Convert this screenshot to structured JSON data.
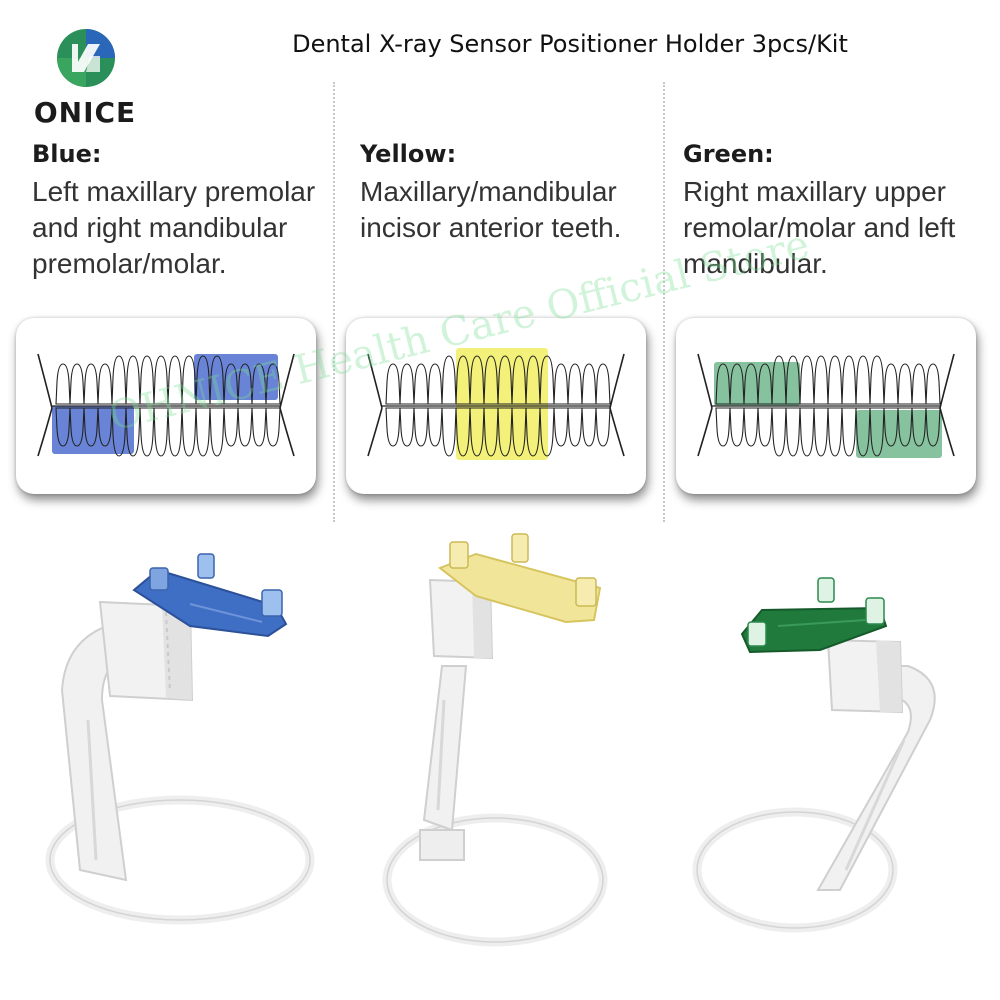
{
  "brand": {
    "name": "ONICE"
  },
  "title": "Dental X-ray Sensor Positioner Holder 3pcs/Kit",
  "columns": [
    {
      "heading": "Blue:",
      "lines": [
        "Left maxillary premolar",
        "and right mandibular",
        "premolar/molar."
      ],
      "color": "#4f6fd0"
    },
    {
      "heading": "Yellow:",
      "lines": [
        "Maxillary/mandibular",
        "incisor anterior teeth."
      ],
      "color": "#f2ef6a"
    },
    {
      "heading": "Green:",
      "lines": [
        "Right maxillary upper",
        "remolar/molar and left",
        "mandibular."
      ],
      "color": "#5fae7e"
    }
  ],
  "watermark": "OHNICE Health Care Official Store",
  "products": [
    {
      "icon": "blue-positioner-icon",
      "color": "#3f6fc4"
    },
    {
      "icon": "yellow-positioner-icon",
      "color": "#f1e59a"
    },
    {
      "icon": "green-positioner-icon",
      "color": "#1f7a3c"
    }
  ]
}
